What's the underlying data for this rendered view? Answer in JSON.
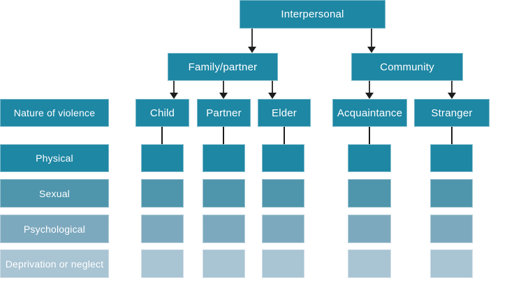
{
  "palette": {
    "teal": "#1e87a4",
    "sexual_blue": "#4f95ac",
    "psychological_blue": "#7da9be",
    "deprivation_blue": "#a9c4d3",
    "connector_black": "#1d1d1d",
    "label_text": "#ffffff",
    "background": "#ffffff"
  },
  "tree": {
    "root": {
      "label": "Interpersonal"
    },
    "branches": [
      {
        "label": "Family/partner",
        "children": [
          {
            "label": "Child"
          },
          {
            "label": "Partner"
          },
          {
            "label": "Elder"
          }
        ]
      },
      {
        "label": "Community",
        "children": [
          {
            "label": "Acquaintance"
          },
          {
            "label": "Stranger"
          }
        ]
      }
    ]
  },
  "matrix": {
    "row_header": "Nature of violence",
    "rows": [
      {
        "label": "Physical",
        "color": "#1e87a4"
      },
      {
        "label": "Sexual",
        "color": "#4f95ac"
      },
      {
        "label": "Psychological",
        "color": "#7da9be"
      },
      {
        "label": "Deprivation or neglect",
        "color": "#a9c4d3"
      }
    ],
    "columns": [
      "Child",
      "Partner",
      "Elder",
      "Acquaintance",
      "Stranger"
    ]
  }
}
